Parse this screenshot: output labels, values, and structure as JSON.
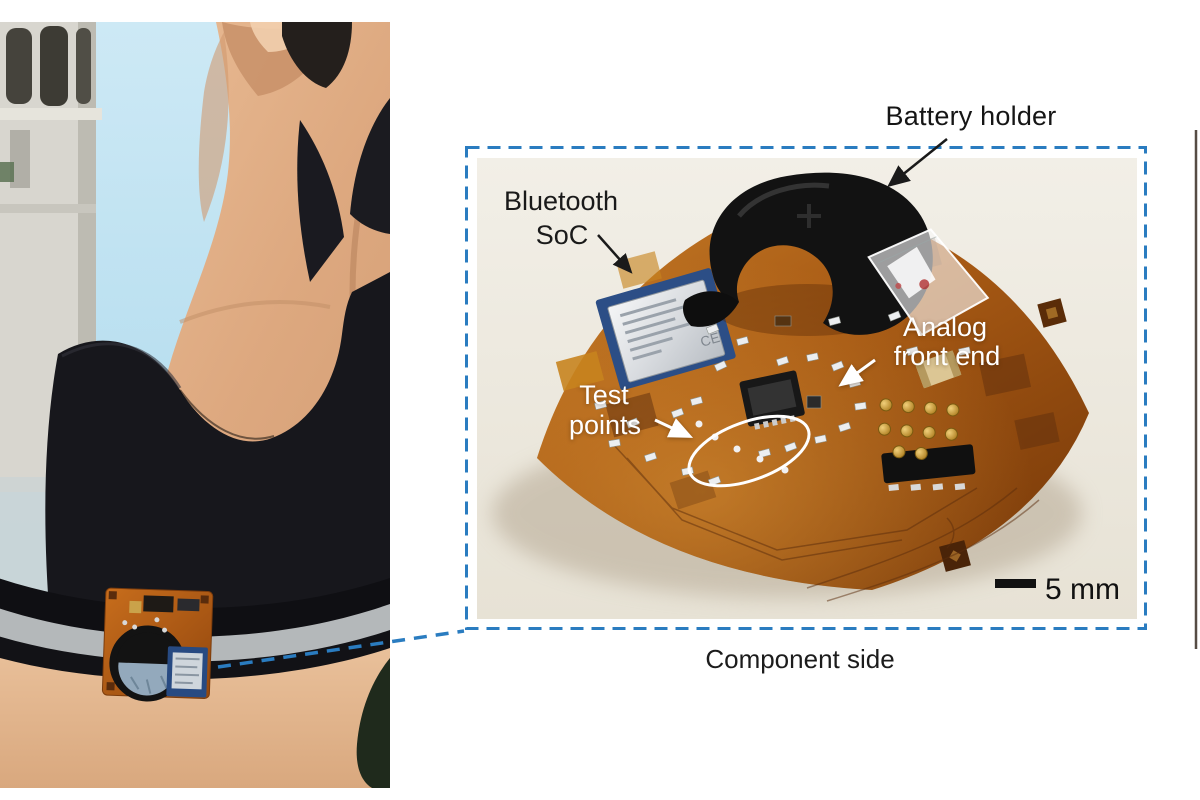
{
  "figure": {
    "caption": "Component side",
    "scale_bar": "5 mm",
    "labels": {
      "battery": "Battery holder",
      "bluetooth_line1": "Bluetooth",
      "bluetooth_line2": "SoC",
      "analog_line1": "Analog",
      "analog_line2": "front end",
      "test_line1": "Test",
      "test_line2": "points",
      "module_marking": "CE"
    },
    "colors": {
      "annotation_blue": "#2a7cc0",
      "flex_amber": "#b05a16",
      "label_black": "#1a1a1a",
      "label_white": "#ffffff",
      "inset_background": "#eeeae0"
    }
  }
}
